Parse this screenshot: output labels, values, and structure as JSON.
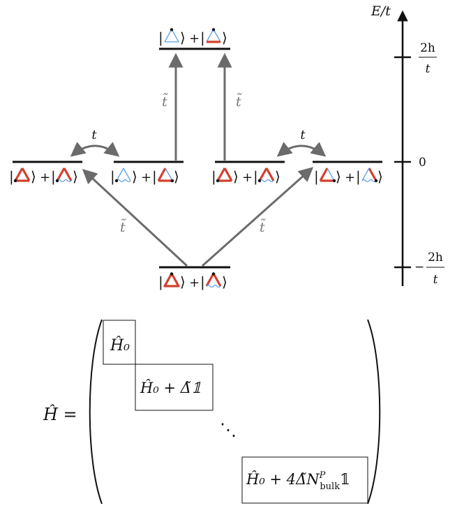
{
  "energy_axis": {
    "label": "E/t",
    "ticks": {
      "upper_num": "2h",
      "upper_den": "t",
      "zero": "0",
      "lower_sign": "−",
      "lower_num": "2h",
      "lower_den": "t"
    }
  },
  "transitions": {
    "hop_left": "t",
    "hop_right": "t",
    "up_left": "t̃",
    "up_right": "t̃",
    "diag_left": "t̃",
    "diag_right": "t̃"
  },
  "ket": {
    "open": "|",
    "close": "⟩",
    "plus": "+"
  },
  "hamiltonian": {
    "lhs": "Ĥ =",
    "block1": "Ĥ₀",
    "block2": "Ĥ₀ + Δ̃𝟙",
    "dots": "⋱",
    "block3_main": "Ĥ₀ + 4Δ̃N",
    "block3_sup": "P",
    "block3_sub": "bulk",
    "block3_end": "𝟙"
  },
  "colors": {
    "red_edge": "#d2412e",
    "blue_wavy": "#5aa0e6",
    "arrow_gray": "#6b6b6b",
    "line_black": "#111111"
  }
}
